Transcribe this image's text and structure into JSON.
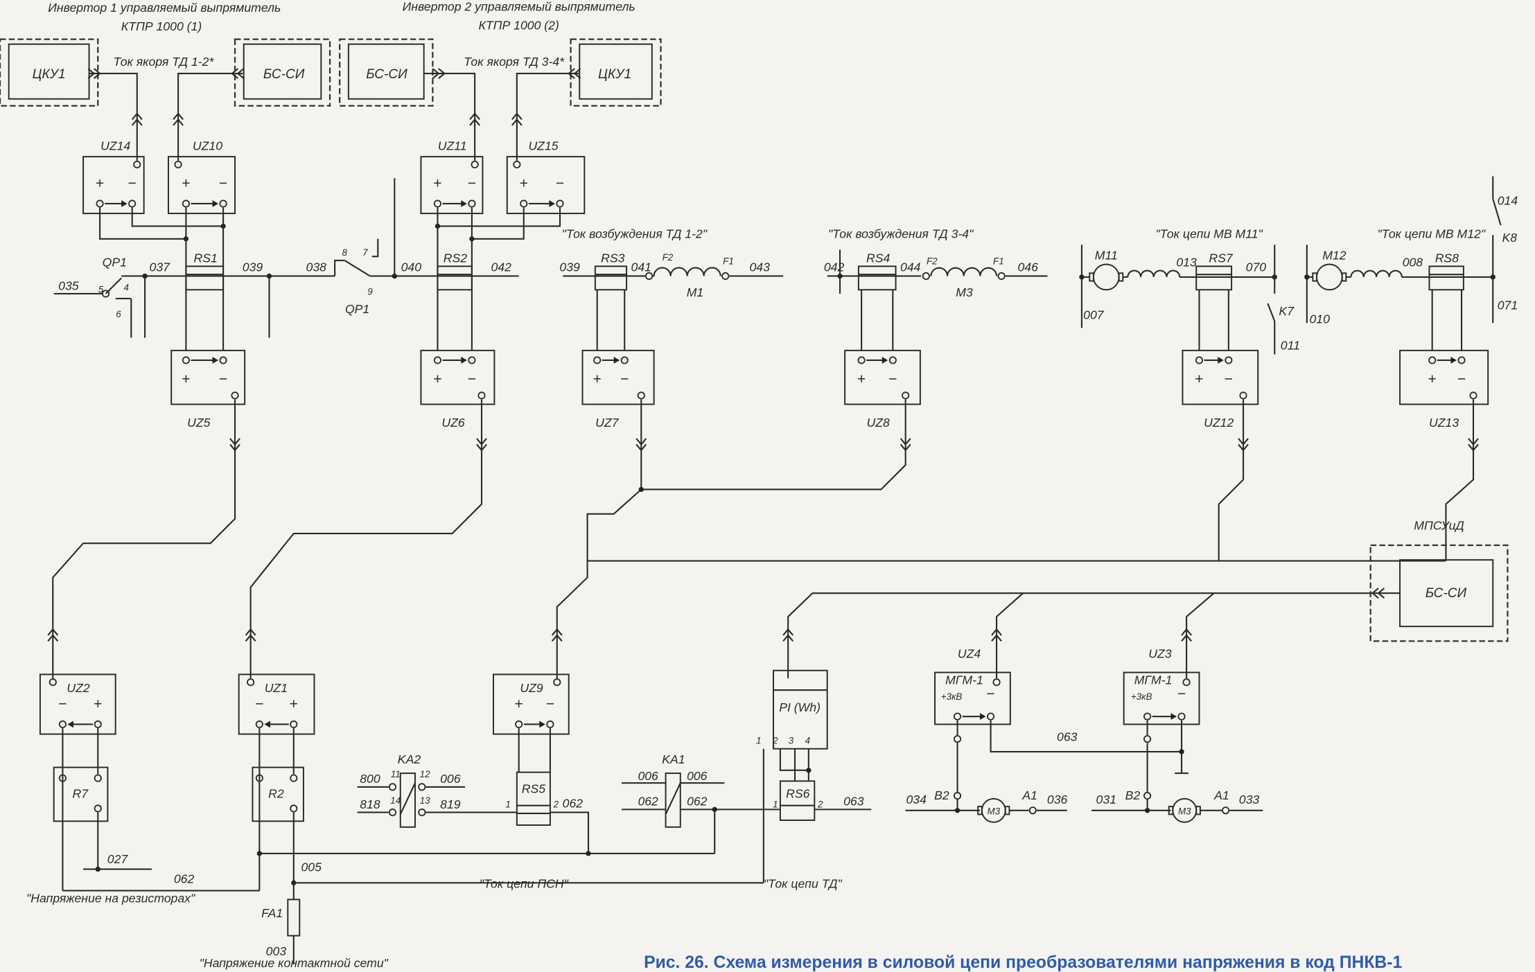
{
  "header": {
    "inverter1": "Инвертор 1 управляемый выпрямитель",
    "inverter1_model": "КТПР 1000 (1)",
    "inverter2": "Инвертор 2 управляемый выпрямитель",
    "inverter2_model": "КТПР 1000 (2)"
  },
  "blocks": {
    "cku1_a": "ЦКУ1",
    "bssi_a": "БС-СИ",
    "bssi_b": "БС-СИ",
    "cku1_b": "ЦКУ1",
    "mpsuid": "МПСУиД",
    "bssi_c": "БС-СИ"
  },
  "signals": {
    "armature_12": "Ток якоря ТД 1-2*",
    "armature_34": "Ток якоря ТД 3-4*",
    "field_12": "\"Ток возбуждения ТД 1-2\"",
    "field_34": "\"Ток возбуждения ТД 3-4\"",
    "mv_m11": "\"Ток цепи МВ М11\"",
    "mv_m12": "\"Ток цепи МВ М12\"",
    "resistors": "\"Напряжение на резисторах\"",
    "psn": "\"Ток цепи ПСН\"",
    "td": "\"Ток цепи ТД\"",
    "catenary": "\"Напряжение контактной сети\""
  },
  "converters": {
    "uz14": "UZ14",
    "uz10": "UZ10",
    "uz11": "UZ11",
    "uz15": "UZ15",
    "uz5": "UZ5",
    "uz6": "UZ6",
    "uz7": "UZ7",
    "uz8": "UZ8",
    "uz12": "UZ12",
    "uz13": "UZ13",
    "uz2": "UZ2",
    "uz1": "UZ1",
    "uz9": "UZ9",
    "uz4": "UZ4",
    "uz3": "UZ3",
    "mgm_a": "МГМ-1",
    "mgm_b": "МГМ-1",
    "hv_a": "+3кВ",
    "hv_b": "+3кВ"
  },
  "signs": {
    "plus": "+",
    "minus": "−"
  },
  "components": {
    "qp1_a": "QP1",
    "qp1_b": "QP1",
    "rs1": "RS1",
    "rs2": "RS2",
    "rs3": "RS3",
    "rs4": "RS4",
    "rs7": "RS7",
    "rs8": "RS8",
    "m1": "M1",
    "m3_field": "M3",
    "m11": "M11",
    "m12": "M12",
    "f2_a": "F2",
    "f1_a": "F1",
    "f2_b": "F2",
    "f1_b": "F1",
    "k7": "K7",
    "k8": "K8",
    "r7": "R7",
    "r2": "R2",
    "fa1": "FA1",
    "ka2": "KA2",
    "ka1": "KA1",
    "rs5": "RS5",
    "rs6": "RS6",
    "pi": "PI (Wh)",
    "m3_a": "M3",
    "m3_b": "M3",
    "b2_a": "B2",
    "b2_b": "B2",
    "a1_a": "A1",
    "a1_b": "A1"
  },
  "wires": {
    "w035": "035",
    "w037": "037",
    "w039_a": "039",
    "w038": "038",
    "w040": "040",
    "w042_a": "042",
    "w039_b": "039",
    "w041": "041",
    "w043": "043",
    "w042_b": "042",
    "w044": "044",
    "w046": "046",
    "w007": "007",
    "w013": "013",
    "w070": "070",
    "w010": "010",
    "w011": "011",
    "w008": "008",
    "w014": "014",
    "w071": "071",
    "w027": "027",
    "w062_a": "062",
    "w005": "005",
    "w003": "003",
    "w800": "800",
    "w818": "818",
    "w006_a": "006",
    "w819": "819",
    "w062_b": "062",
    "w006_b": "006",
    "w006_c": "006",
    "w062_c": "062",
    "w062_d": "062",
    "w063_a": "063",
    "w034": "034",
    "w036": "036",
    "w031": "031",
    "w033": "033",
    "w063_b": "063"
  },
  "pins": {
    "p5": "5",
    "p4": "4",
    "p6": "6",
    "p8": "8",
    "p7": "7",
    "p9": "9",
    "ka2_11": "11",
    "ka2_14": "14",
    "ka2_12": "12",
    "ka2_13": "13",
    "rs5_1": "1",
    "rs5_2": "2",
    "pi_1": "1",
    "pi_2": "2",
    "pi_3": "3",
    "pi_4": "4",
    "rs6_1": "1",
    "rs6_2": "2"
  },
  "caption": "Рис. 26. Схема измерения в силовой цепи преобразователями напряжения в код ПНКВ-1",
  "colors": {
    "lines": "#2b2b2b",
    "caption": "#2f5ba8",
    "paper": "#f4f3f0"
  }
}
